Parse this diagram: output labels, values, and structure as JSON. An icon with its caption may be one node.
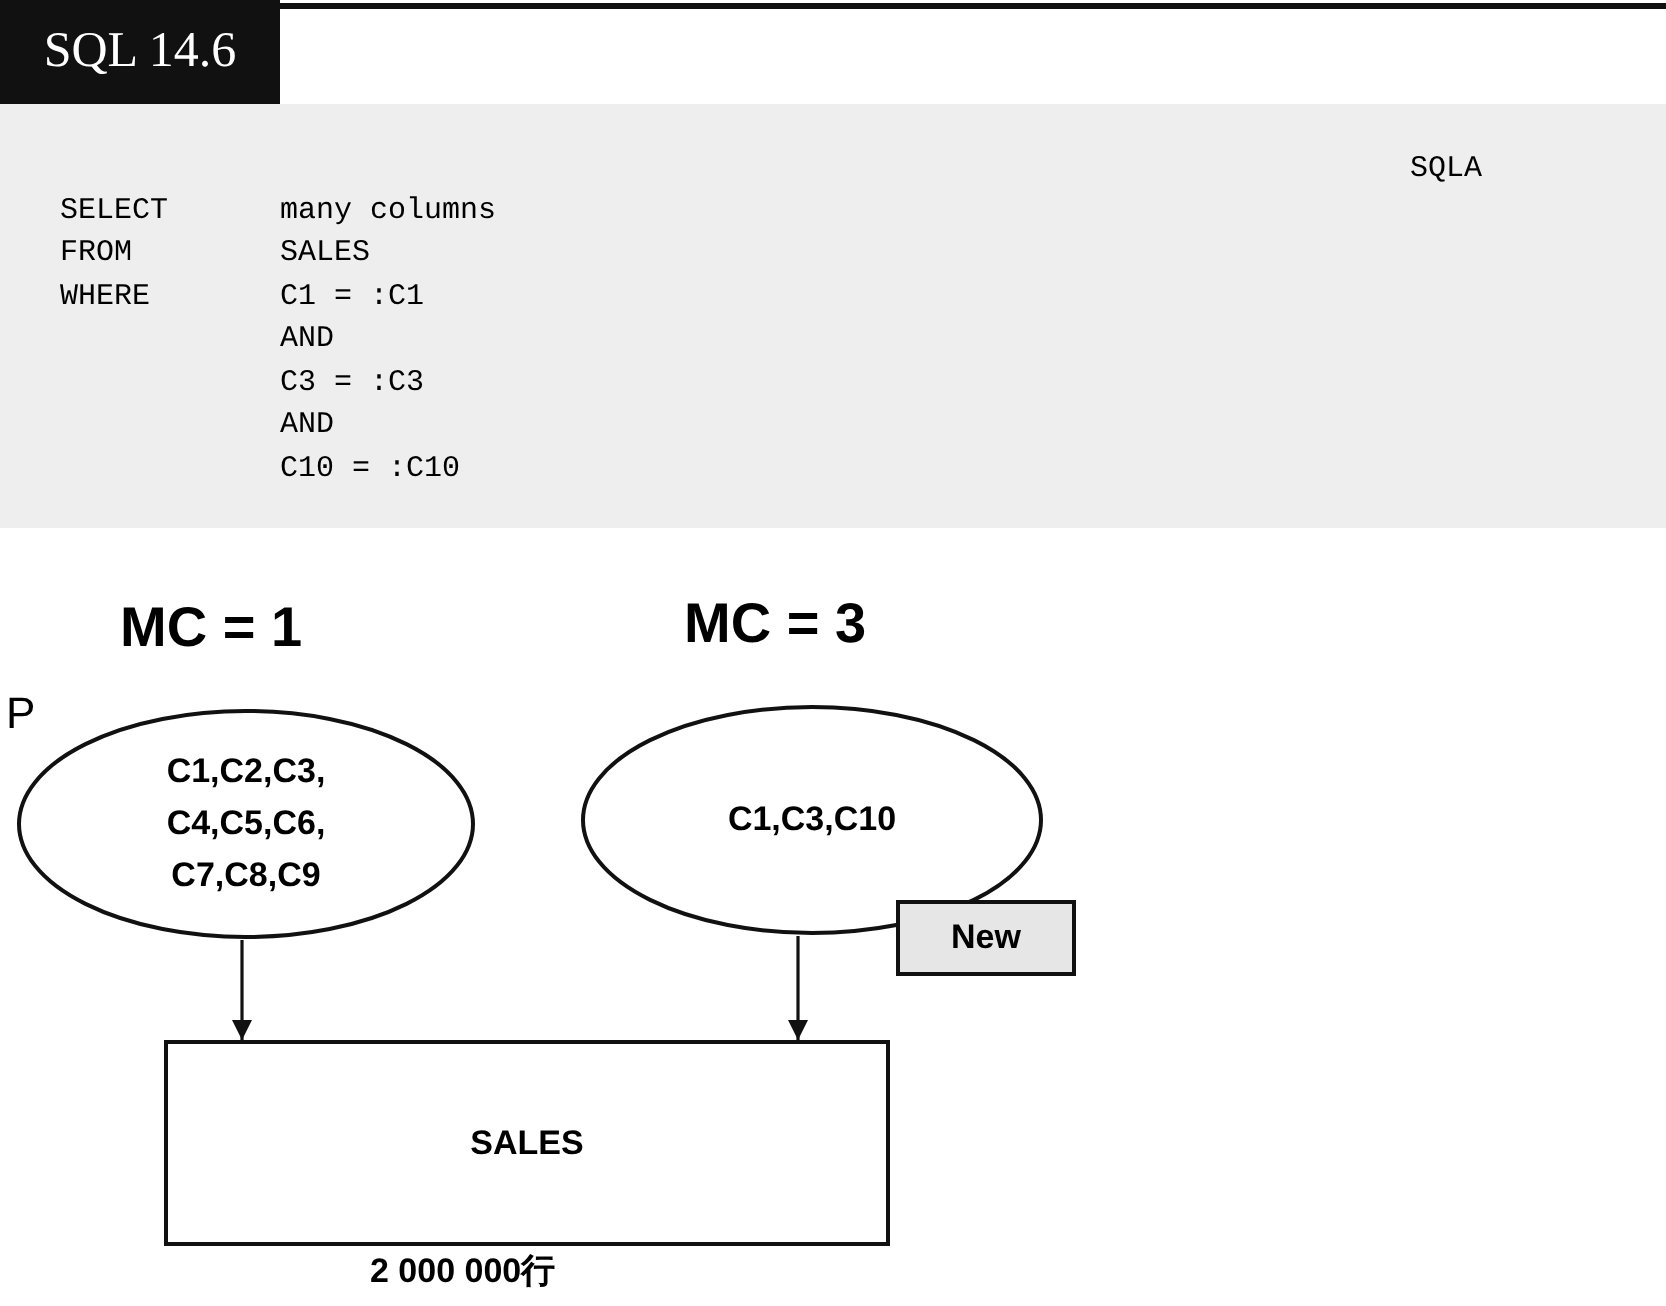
{
  "diagram": {
    "title": "SQL 14.6",
    "nodes": [
      {
        "text": [
          "C1,C2,C3, C4,C5,C6, C7,C8,C9"
        ],
        "beside": [
          "MC = 1",
          "P"
        ]
      },
      {
        "text": [
          "C1,C3,C10"
        ],
        "beside": [
          "MC = 3"
        ]
      },
      {
        "text": [
          "New"
        ]
      },
      {
        "text": [
          "SALES"
        ],
        "beside": [
          "2 000 000行"
        ]
      }
    ],
    "edges": [
      {
        "from": 0,
        "to": 3,
        "arrow": "to"
      },
      {
        "from": 1,
        "to": 3,
        "arrow": "to"
      }
    ],
    "labels": [
      "SQLA",
      "SELECT",
      "many columns",
      "FROM",
      "SALES",
      "WHERE",
      "C1 = :C1",
      "AND",
      "C3 = :C3",
      "AND",
      "C10 = :C10"
    ]
  }
}
